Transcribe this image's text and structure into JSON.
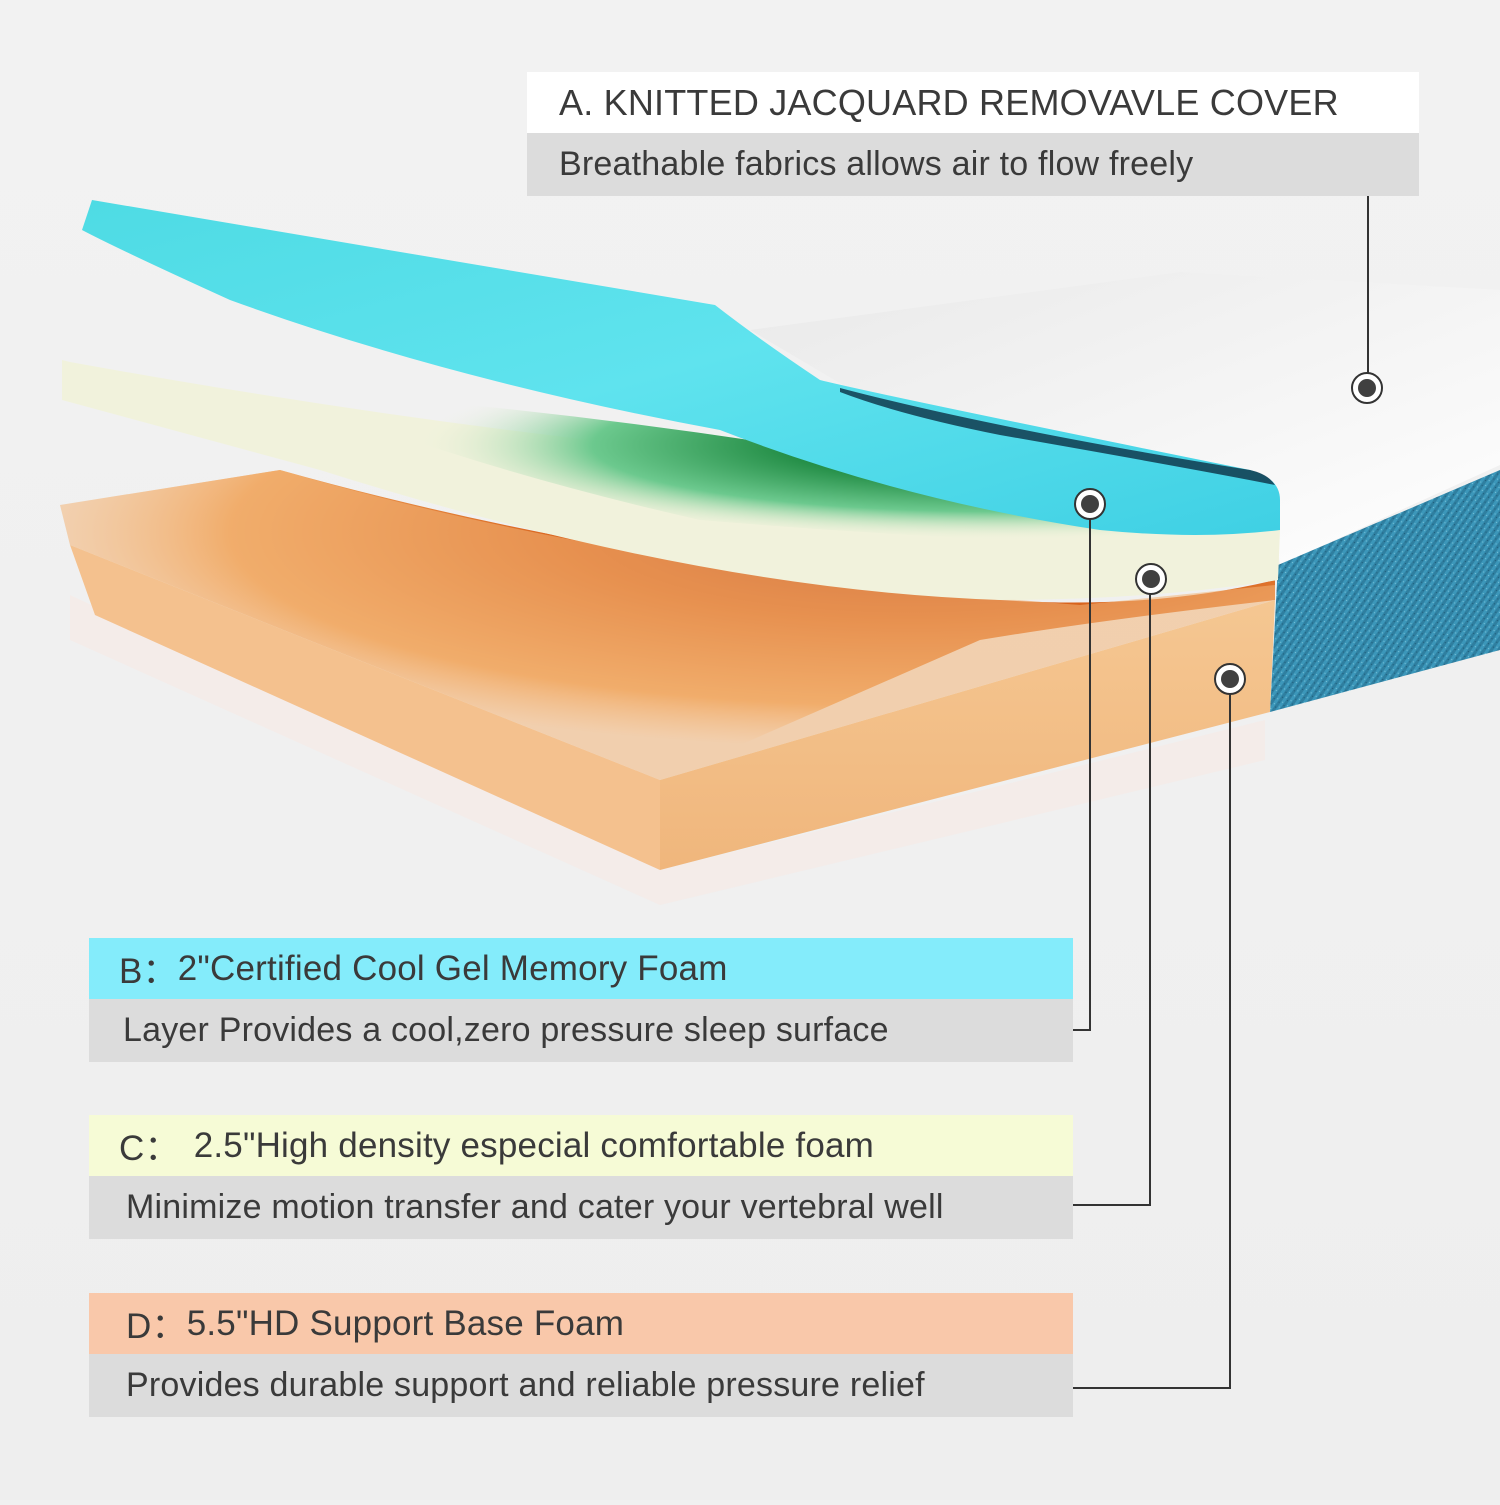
{
  "theme": {
    "background": "#f0f0f0",
    "text_color": "#3a3a3a",
    "desc_band": "#dcdcdc",
    "callout_line": "#333333",
    "marker_dot": "#404040"
  },
  "layers": [
    {
      "id": "cover",
      "name": "Knitted jacquard removable cover",
      "color_top": "#f4f4f4",
      "color_side": "#2f87a8"
    },
    {
      "id": "gel",
      "name": "Cool gel memory foam",
      "color": "#4fd9e6",
      "shadow": "#1f7a3a"
    },
    {
      "id": "comfort",
      "name": "High density comfortable foam",
      "color": "#f2f3dc"
    },
    {
      "id": "base",
      "name": "HD support base foam",
      "color": "#f6c390",
      "shadow": "#c2440f"
    }
  ],
  "labels": {
    "a": {
      "title": "A. KNITTED JACQUARD REMOVAVLE COVER",
      "description": "Breathable fabrics allows air to flow freely",
      "title_bg": "#ffffff"
    },
    "b": {
      "letter": "B：",
      "title": "2\"Certified Cool Gel Memory Foam",
      "description": "Layer Provides a cool,zero pressure sleep surface",
      "title_bg": "#84ecfb"
    },
    "c": {
      "letter": "C：",
      "title": "2.5\"High density especial comfortable foam",
      "description": "Minimize motion transfer and cater your vertebral well",
      "title_bg": "#f6fbd6"
    },
    "d": {
      "letter": "D：",
      "title": "5.5\"HD Support Base Foam",
      "description": "Provides durable support and reliable pressure relief",
      "title_bg": "#f9c8aa"
    }
  }
}
